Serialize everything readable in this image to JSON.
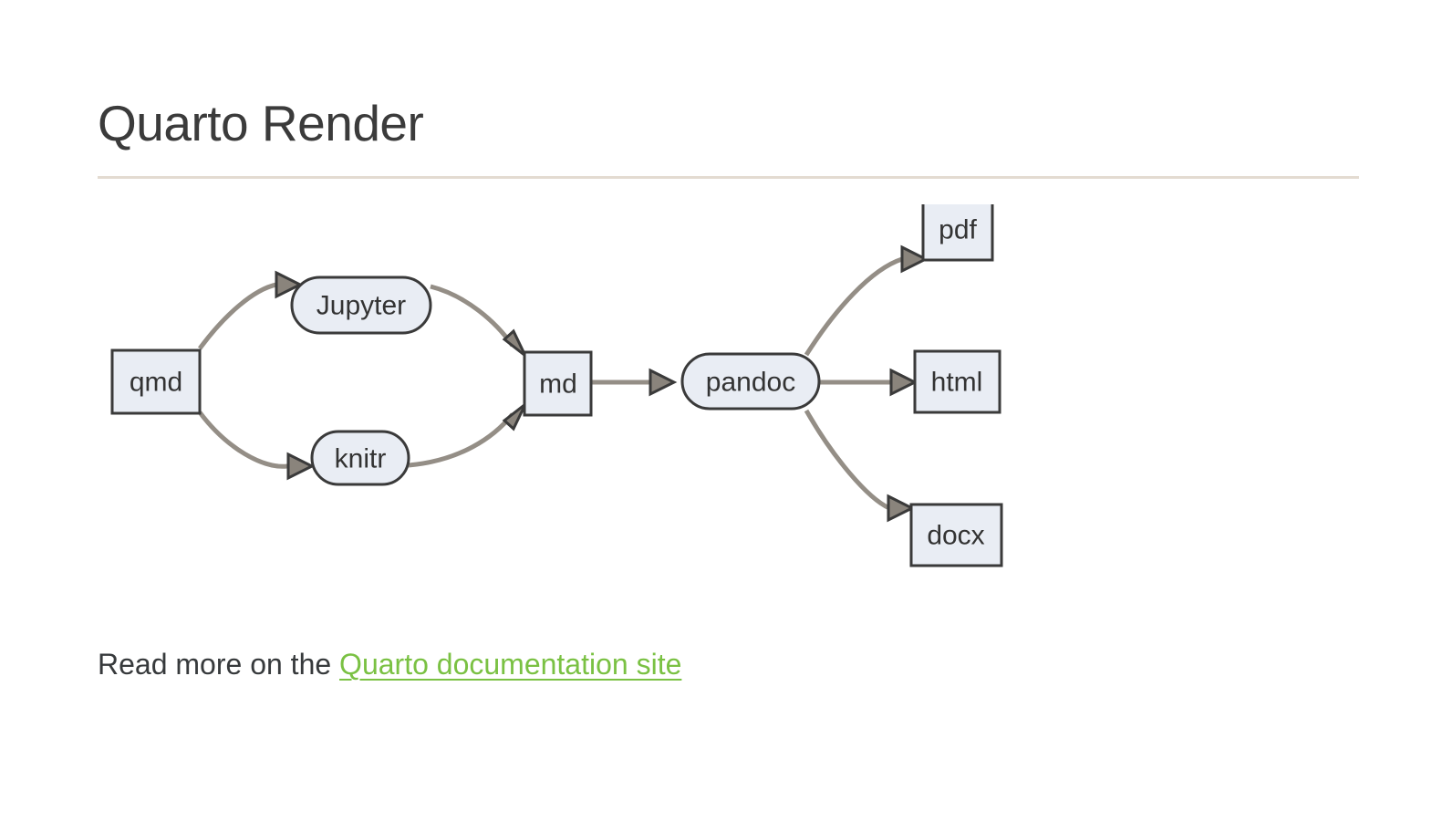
{
  "page": {
    "title": "Quarto Render",
    "background_color": "#ffffff",
    "title_color": "#3b3b3b",
    "rule_color": "#e3dbd1"
  },
  "diagram": {
    "type": "flowchart",
    "node_fill": "#e9edf4",
    "node_stroke": "#3a3a3a",
    "edge_color": "#948e86",
    "arrow_fill": "#8a847c",
    "nodes": [
      {
        "id": "qmd",
        "label": "qmd",
        "shape": "rect"
      },
      {
        "id": "jupyter",
        "label": "Jupyter",
        "shape": "stadium"
      },
      {
        "id": "knitr",
        "label": "knitr",
        "shape": "stadium"
      },
      {
        "id": "md",
        "label": "md",
        "shape": "rect"
      },
      {
        "id": "pandoc",
        "label": "pandoc",
        "shape": "stadium"
      },
      {
        "id": "pdf",
        "label": "pdf",
        "shape": "rect"
      },
      {
        "id": "html",
        "label": "html",
        "shape": "rect"
      },
      {
        "id": "docx",
        "label": "docx",
        "shape": "rect"
      }
    ],
    "edges": [
      {
        "from": "qmd",
        "to": "jupyter"
      },
      {
        "from": "qmd",
        "to": "knitr"
      },
      {
        "from": "jupyter",
        "to": "md"
      },
      {
        "from": "knitr",
        "to": "md"
      },
      {
        "from": "md",
        "to": "pandoc"
      },
      {
        "from": "pandoc",
        "to": "pdf"
      },
      {
        "from": "pandoc",
        "to": "html"
      },
      {
        "from": "pandoc",
        "to": "docx"
      }
    ]
  },
  "footer": {
    "text_before": "Read more on the ",
    "link_label": "Quarto documentation site",
    "link_color": "#7ac143"
  }
}
